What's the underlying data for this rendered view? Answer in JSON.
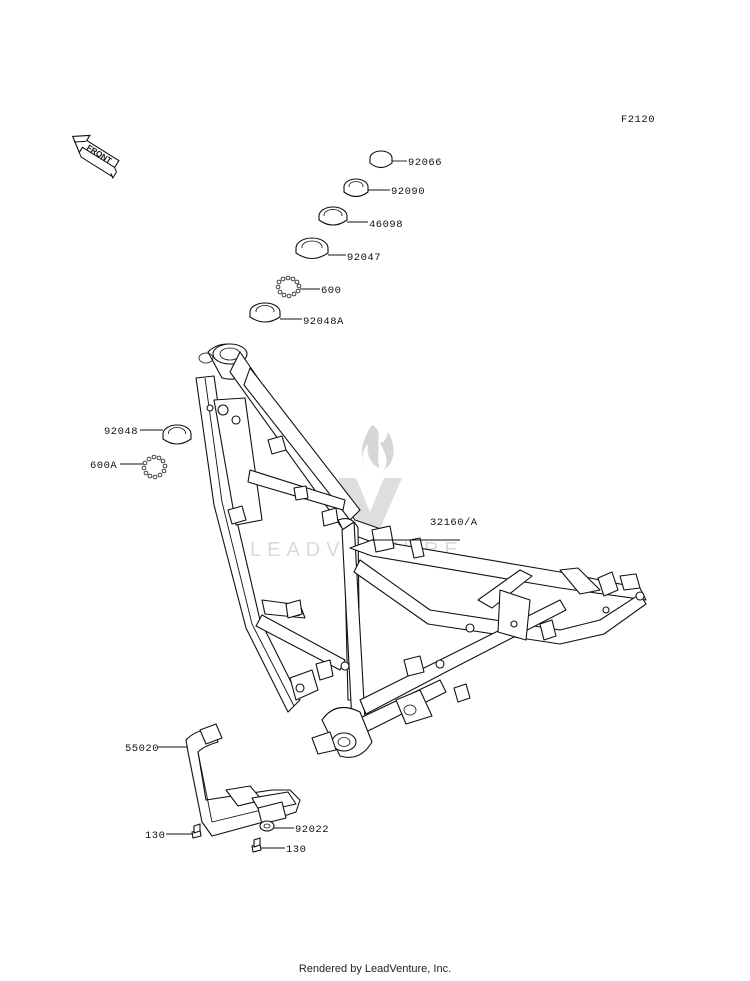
{
  "diagram_code": "F2120",
  "front_label": "FRONT",
  "watermark_text": "LEADVENTURE",
  "parts": [
    {
      "id": "92066"
    },
    {
      "id": "92090"
    },
    {
      "id": "46098"
    },
    {
      "id": "92047"
    },
    {
      "id": "600"
    },
    {
      "id": "92048A"
    },
    {
      "id": "92048"
    },
    {
      "id": "600A"
    },
    {
      "id": "32160/A"
    },
    {
      "id": "55020"
    },
    {
      "id": "130"
    },
    {
      "id": "92022"
    },
    {
      "id": "130"
    }
  ],
  "footer": "Rendered by LeadVenture, Inc."
}
